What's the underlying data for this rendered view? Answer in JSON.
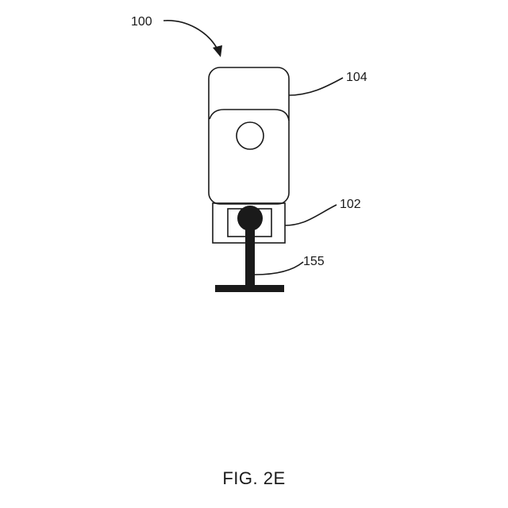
{
  "figure": {
    "caption": "FIG. 2E",
    "labels": {
      "device": "100",
      "upper_housing": "104",
      "lower_housing": "102",
      "mount": "155"
    },
    "colors": {
      "line": "#1a1a1a",
      "background": "#ffffff"
    }
  }
}
